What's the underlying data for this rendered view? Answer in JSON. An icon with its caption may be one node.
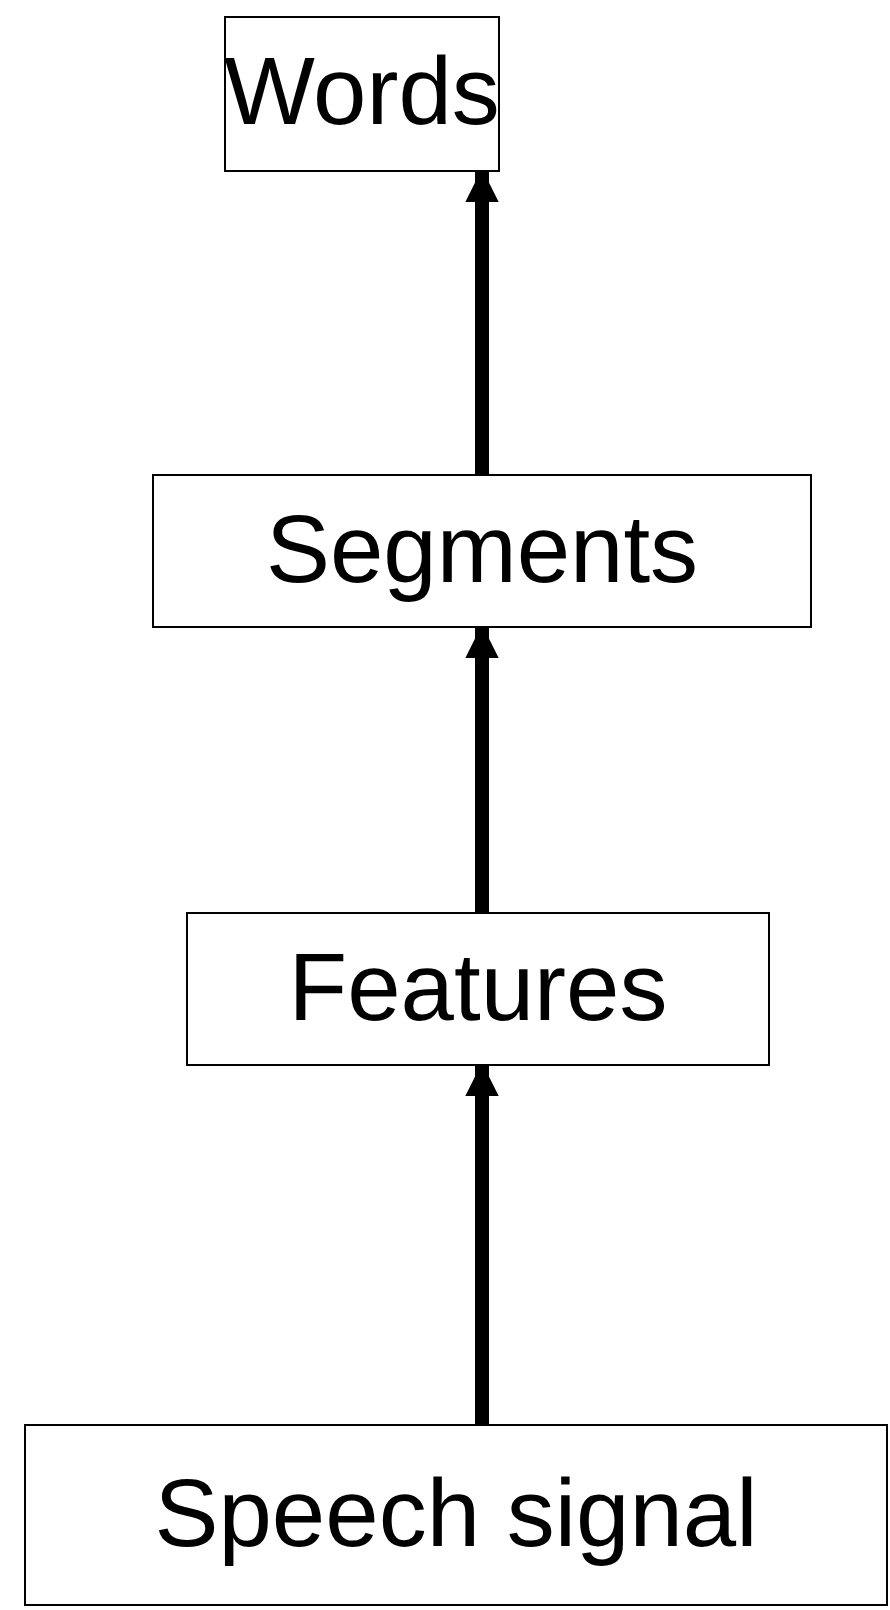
{
  "diagram": {
    "nodes": [
      {
        "text": [
          "Words"
        ]
      },
      {
        "text": [
          "Segments"
        ]
      },
      {
        "text": [
          "Features"
        ]
      },
      {
        "text": [
          "Speech signal"
        ]
      }
    ],
    "edges": [
      {
        "from": 3,
        "to": 2,
        "arrow": "to"
      },
      {
        "from": 2,
        "to": 1,
        "arrow": "to"
      },
      {
        "from": 1,
        "to": 0,
        "arrow": "to"
      }
    ]
  }
}
